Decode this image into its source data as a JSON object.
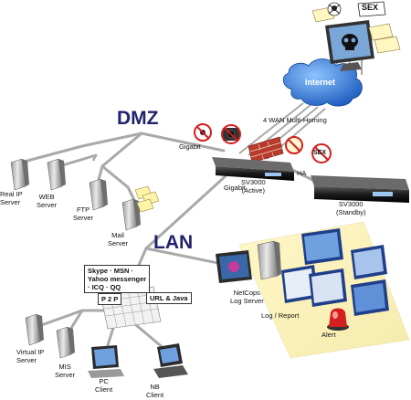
{
  "zones": {
    "dmz": "DMZ",
    "lan": "LAN",
    "internet": "Internet"
  },
  "links": {
    "gigabit_top": "Gigabit",
    "gigabit_mid": "Gigabit",
    "multi_homing": "4 WAN Multi-Homing",
    "ha": "HA"
  },
  "devices": {
    "sv_active": "SV3000\n(Active)",
    "sv_standby": "SV3000\n(Standby)",
    "real_ip_server": "Real IP\nServer",
    "web_server": "WEB\nServer",
    "ftp_server": "FTP\nServer",
    "mail_server": "Mail\nServer",
    "netcops": "NetCops\nLog Server",
    "log_report": "Log / Report",
    "alert": "Alert",
    "virtual_ip_server": "Virtual IP\nServer",
    "mis_server": "MIS\nServer",
    "pc_client": "PC\nClient",
    "nb_client": "NB\nClient"
  },
  "blocked": {
    "sex_top": "SEX",
    "sex_mid": "SEX",
    "im_list": "Skype · MSN ·\nYahoo messenger\n· ICQ · QQ",
    "p2p": "P 2 P",
    "url_java": "URL & Java"
  },
  "colors": {
    "zone_label": "#22226e",
    "cloud": "#2f7fd6",
    "firewall": "#b83a2c",
    "panel": "#fbf3c4",
    "stop": "#d41f1f"
  }
}
